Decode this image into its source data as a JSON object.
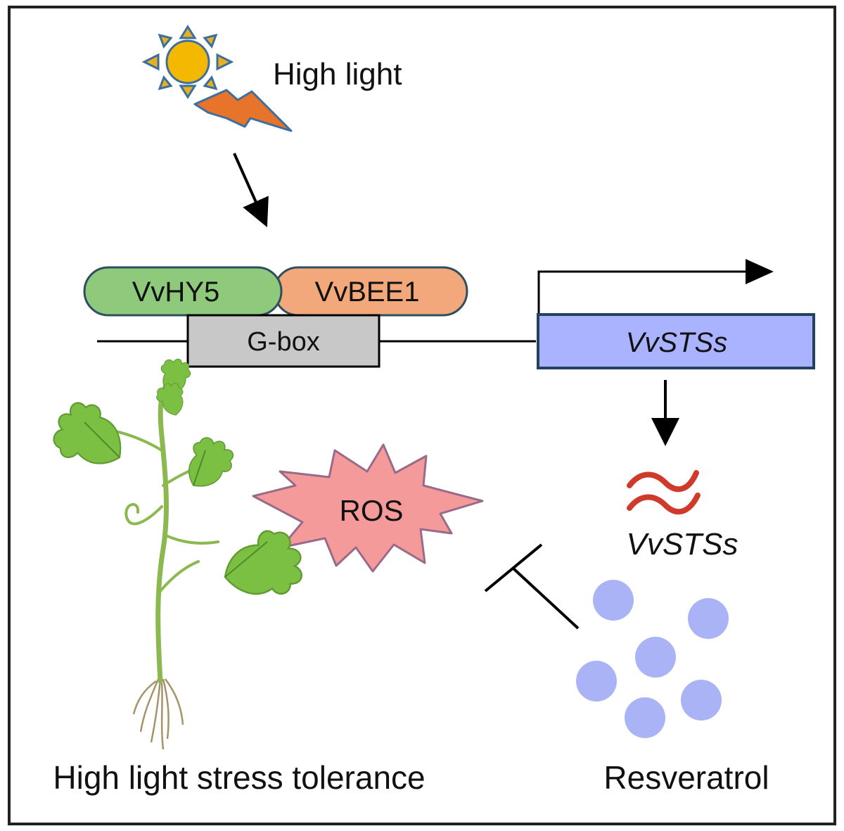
{
  "labels": {
    "high_light": "High light",
    "vvhy5": "VvHY5",
    "vvbee1": "VvBEE1",
    "gbox": "G-box",
    "vvstss_gene": "VvSTSs",
    "vvstss_transcript": "VvSTSs",
    "ros": "ROS",
    "tolerance": "High light stress tolerance",
    "resveratrol": "Resveratrol"
  },
  "colors": {
    "frame": "#222222",
    "sun_body": "#f5b800",
    "sun_rays": "#e8b020",
    "sun_outline": "#3d6f9e",
    "lightning": "#e8732a",
    "vvhy5_fill": "#8ec97c",
    "vvbee1_fill": "#f2a87a",
    "protein_outline": "#2f4f5f",
    "gbox_fill": "#c8c8c8",
    "gene_fill": "#aab3ff",
    "gene_outline": "#24415f",
    "mrna": "#d03a2a",
    "ros_fill": "#f59a9a",
    "ros_outline": "#9a6a8a",
    "resveratrol": "#aab3f5",
    "leaf": "#7cc043",
    "stem": "#8cb850",
    "root": "#a8926a"
  },
  "icons": [
    "sun-icon",
    "lightning-icon",
    "mrna-wave-icon",
    "plant-icon",
    "resveratrol-molecule-icon"
  ]
}
